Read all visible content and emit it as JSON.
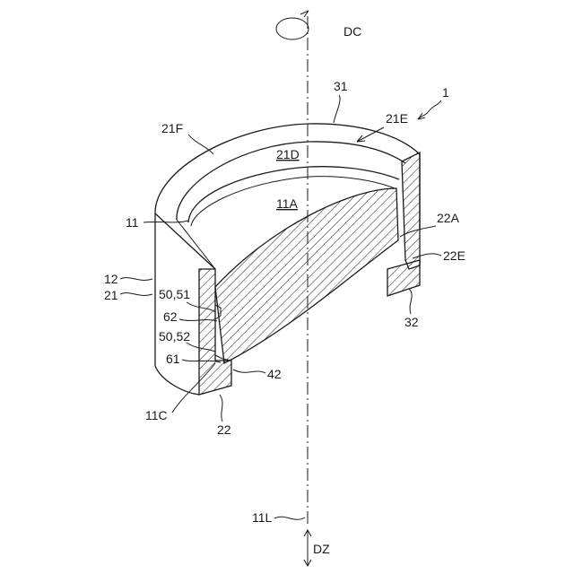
{
  "labels": {
    "dc": "DC",
    "ref_1": "1",
    "ref_31": "31",
    "ref_21e": "21E",
    "ref_21f": "21F",
    "ref_21d": "21D",
    "ref_11a": "11A",
    "ref_11": "11",
    "ref_22a": "22A",
    "ref_22e": "22E",
    "ref_12": "12",
    "ref_21": "21",
    "ref_50_51": "50,51",
    "ref_62": "62",
    "ref_50_52": "50,52",
    "ref_61": "61",
    "ref_42": "42",
    "ref_11c": "11C",
    "ref_22": "22",
    "ref_32": "32",
    "ref_11l": "11L",
    "dz": "DZ"
  }
}
